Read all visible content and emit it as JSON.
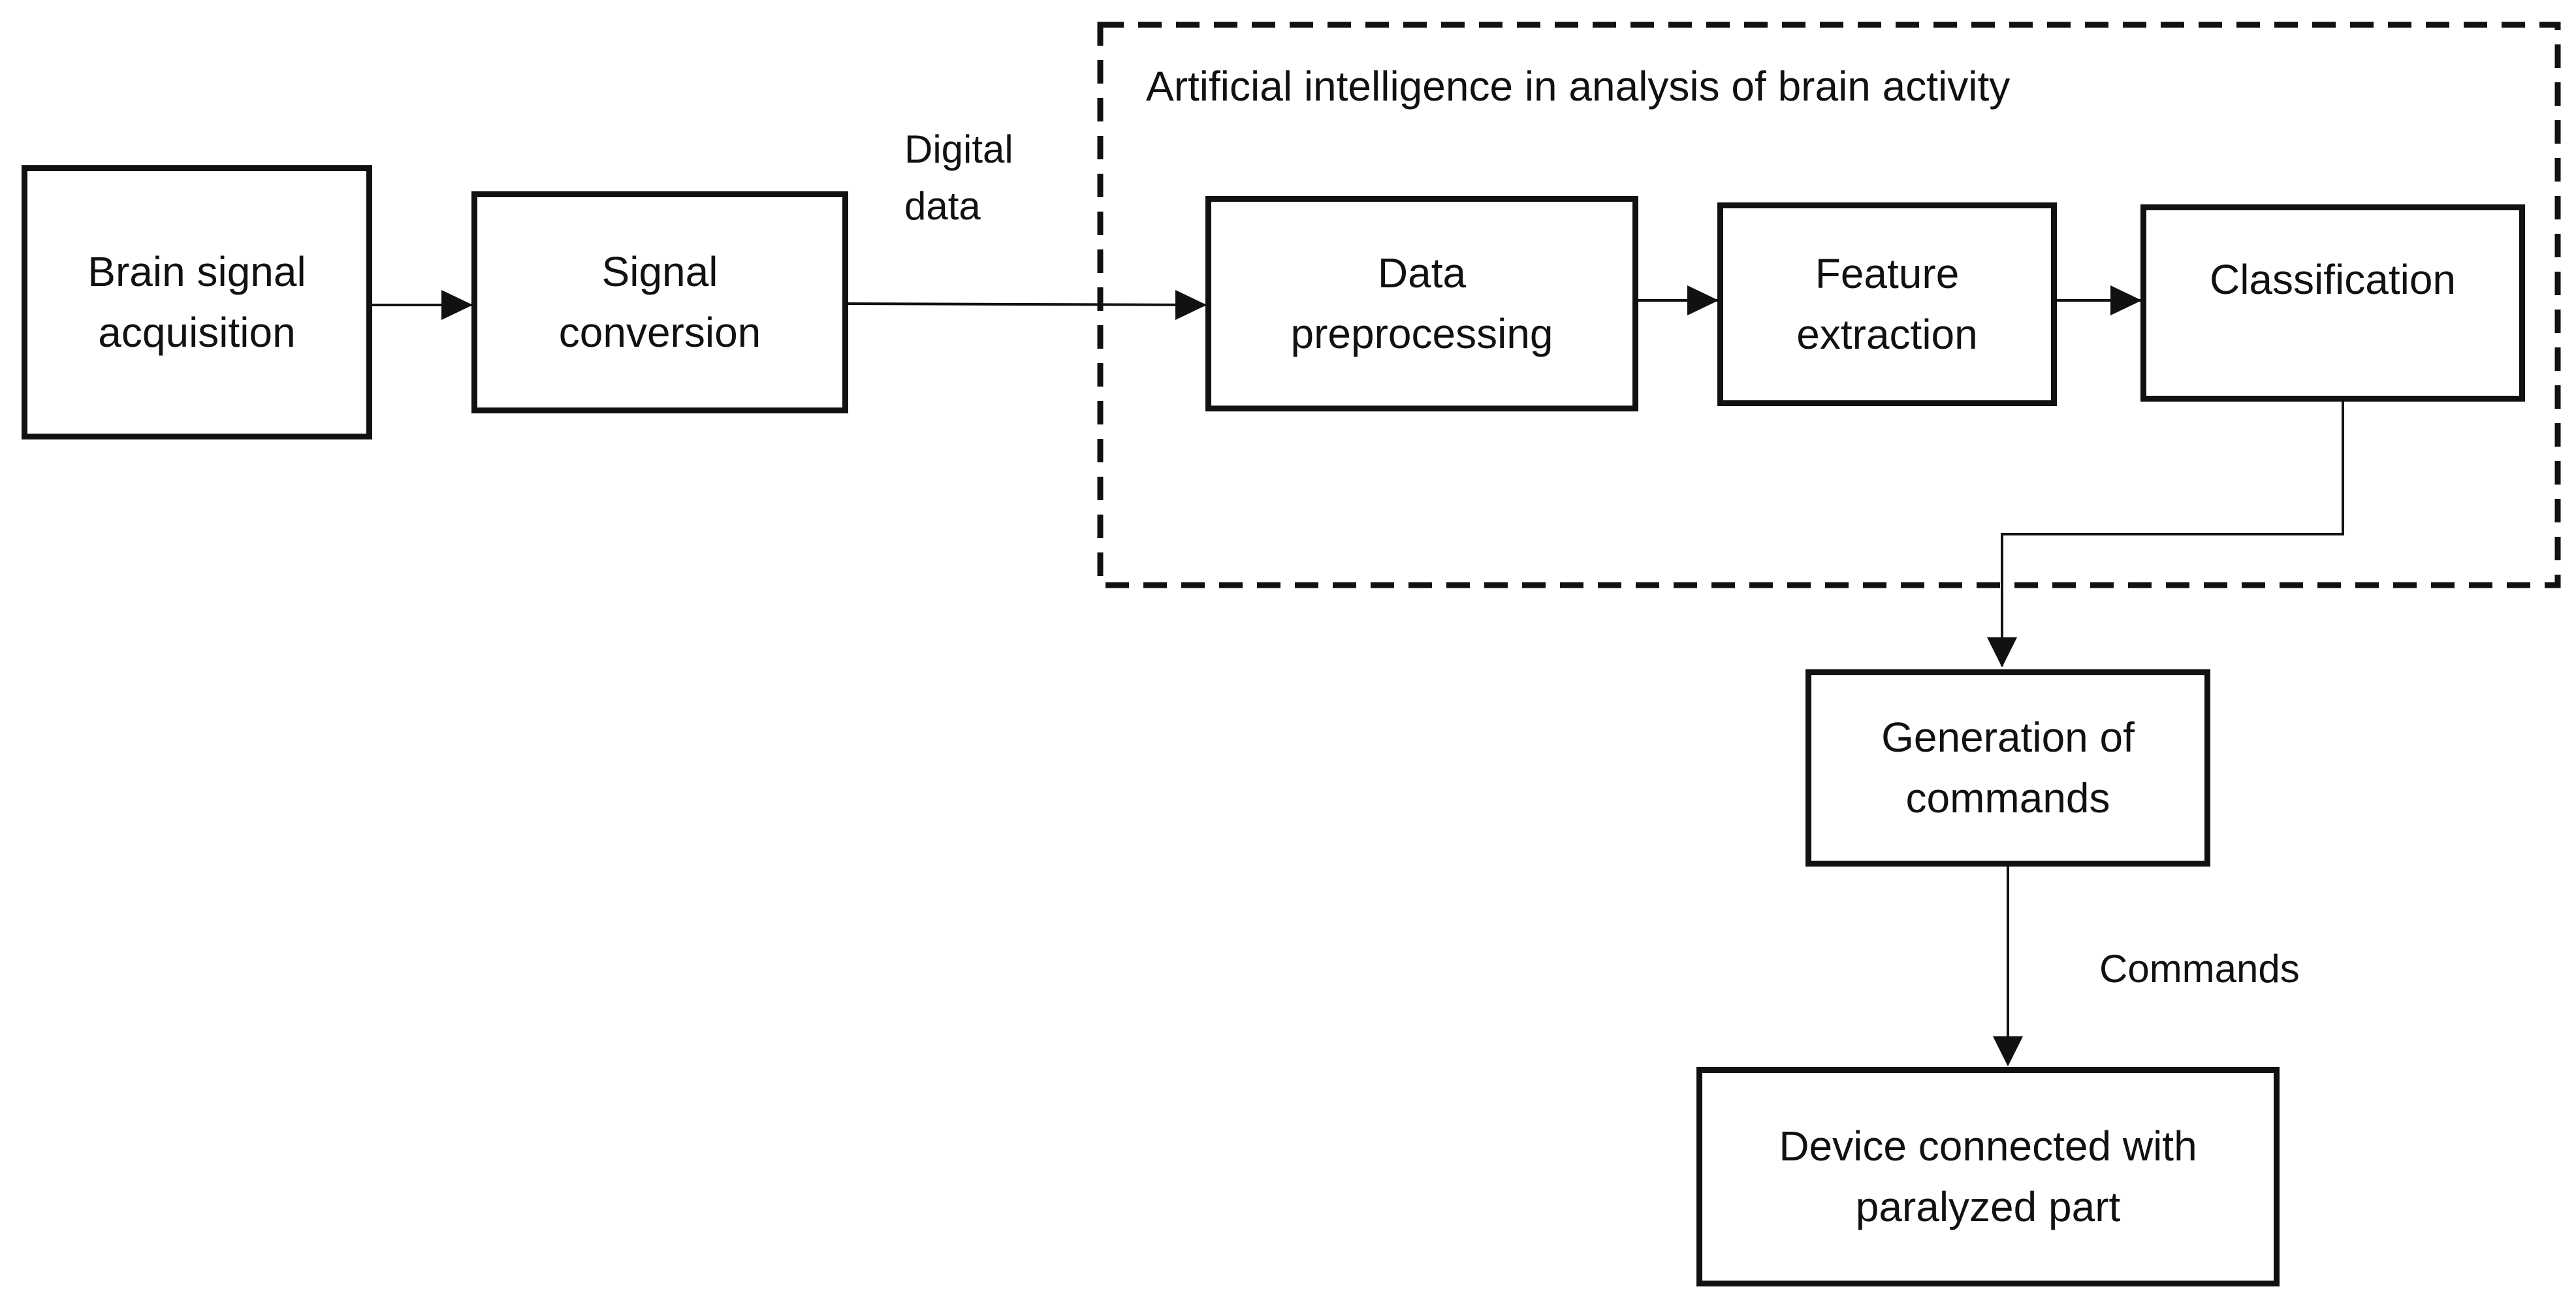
{
  "diagram": {
    "group_title": "Artificial intelligence in analysis of brain activity",
    "nodes": {
      "acquisition": "Brain signal\nacquisition",
      "conversion": "Signal\nconversion",
      "preprocessing": "Data\npreprocessing",
      "feature_extraction": "Feature\nextraction",
      "classification": "Classification",
      "command_generation": "Generation of\ncommands",
      "device": "Device connected with\nparalyzed part"
    },
    "edge_labels": {
      "digital_data": "Digital\ndata",
      "commands": "Commands"
    }
  }
}
